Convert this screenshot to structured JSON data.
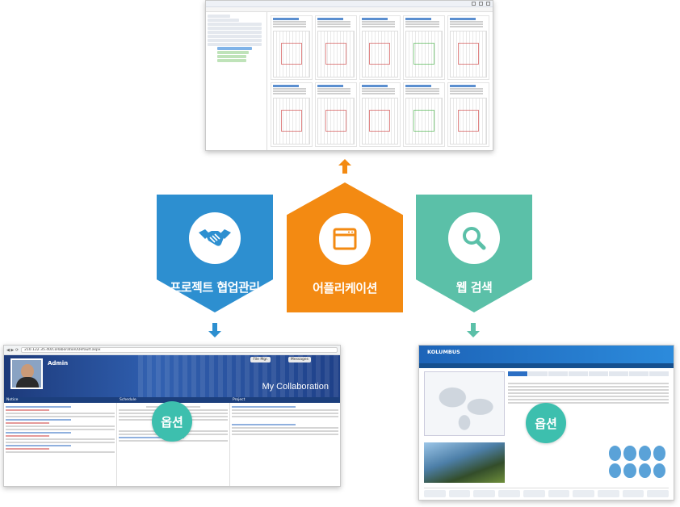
{
  "diagram": {
    "nodes": [
      {
        "id": "collab",
        "label": "프로젝트 협업관리",
        "color": "#2d8fd0",
        "icon": "handshake-icon"
      },
      {
        "id": "app",
        "label": "어플리케이션",
        "color": "#f38a12",
        "icon": "app-window-icon"
      },
      {
        "id": "search",
        "label": "웹 검색",
        "color": "#5bc0a8",
        "icon": "magnifier-icon"
      }
    ],
    "option_badge": "옵션",
    "arrow_color": "#2d8fd0",
    "arrow_up_color": "#f38a12",
    "arrow_right_color": "#5bc0a8"
  },
  "collab_screen": {
    "address": "210.122.35.40/Collaboration/Default.aspx",
    "admin": "Admin",
    "site_title": "My Collaboration",
    "chip_file": "File Mgr.",
    "chip_messages": "Messages",
    "sections": [
      "Notice",
      "Schedule",
      "Project"
    ]
  },
  "web_screen": {
    "logo": "KOLUMBUS"
  }
}
